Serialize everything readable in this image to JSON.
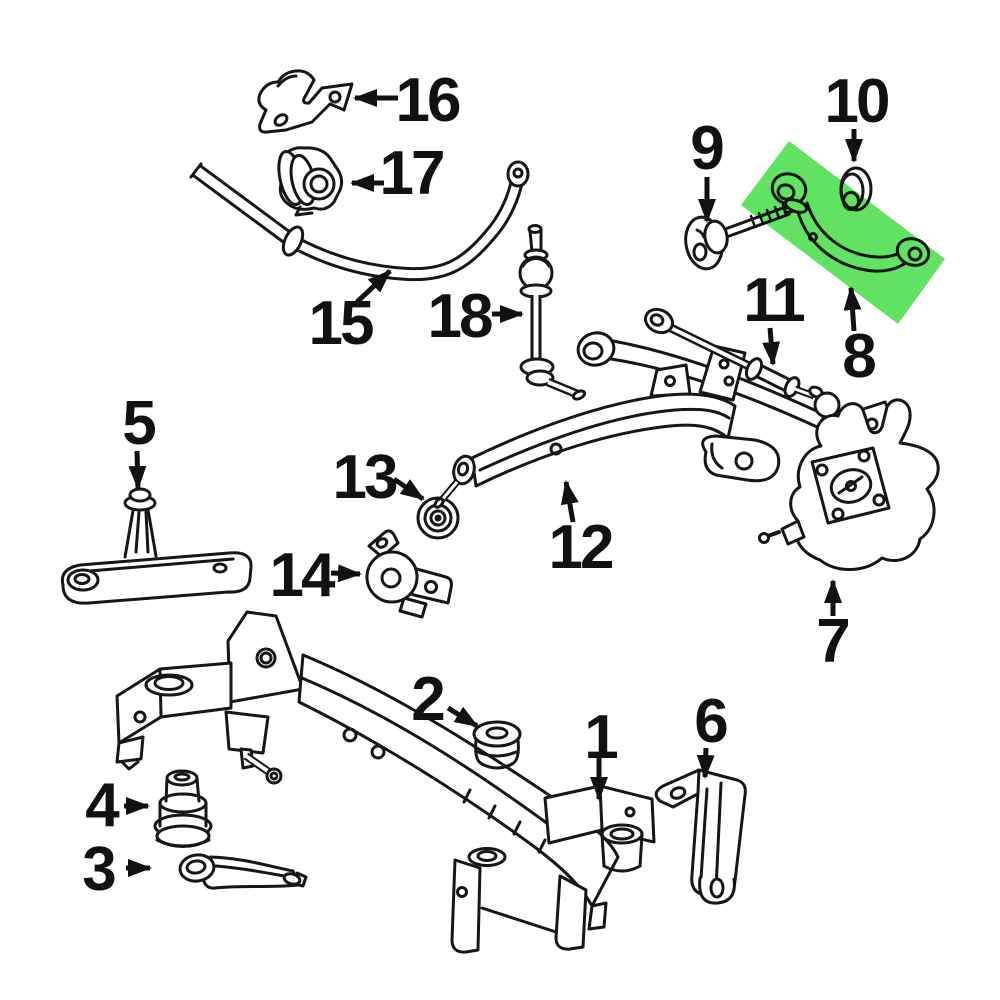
{
  "page": {
    "background": "#ffffff"
  },
  "diagram": {
    "type": "exploded-parts-diagram",
    "highlight_color": "#62e262",
    "line_color": "#161616",
    "highlighted_callout": "8"
  },
  "callouts": {
    "c1": {
      "label": "1"
    },
    "c2": {
      "label": "2"
    },
    "c3": {
      "label": "3"
    },
    "c4": {
      "label": "4"
    },
    "c5": {
      "label": "5"
    },
    "c6": {
      "label": "6"
    },
    "c7": {
      "label": "7"
    },
    "c8": {
      "label": "8"
    },
    "c9": {
      "label": "9"
    },
    "c10": {
      "label": "10"
    },
    "c11": {
      "label": "11"
    },
    "c12": {
      "label": "12"
    },
    "c13": {
      "label": "13"
    },
    "c14": {
      "label": "14"
    },
    "c15": {
      "label": "15"
    },
    "c16": {
      "label": "16"
    },
    "c17": {
      "label": "17"
    },
    "c18": {
      "label": "18"
    }
  }
}
